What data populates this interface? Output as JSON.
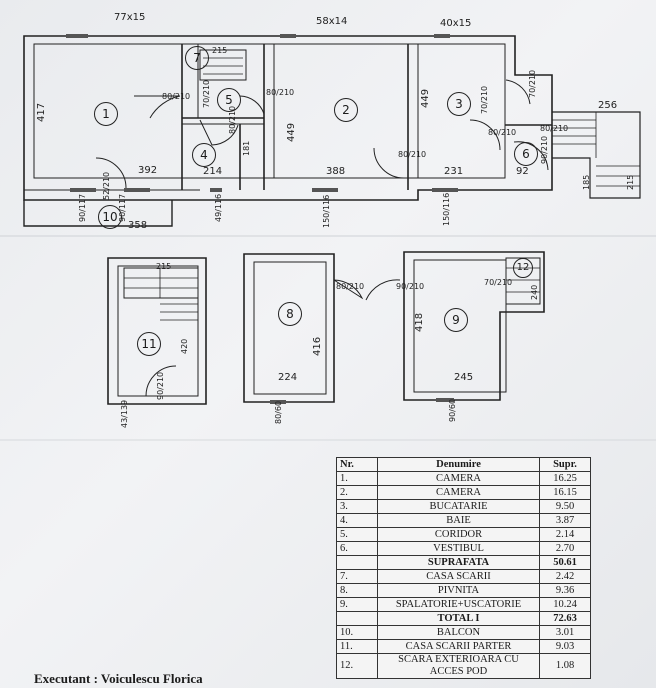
{
  "plan": {
    "top_window_labels": [
      "77x15",
      "58x14",
      "40x15"
    ],
    "rooms_main": [
      "1",
      "2",
      "3",
      "4",
      "5",
      "6",
      "7",
      "10"
    ],
    "rooms_lower": [
      "11",
      "8",
      "9",
      "12"
    ],
    "dimensions": {
      "d392": "392",
      "d388": "388",
      "d231": "231",
      "d92": "92",
      "d214": "214",
      "d358": "358",
      "d215a": "215",
      "d215b": "215",
      "d224": "224",
      "d245": "245",
      "d256": "256",
      "d417": "417",
      "d449a": "449",
      "d449b": "449",
      "d181": "181",
      "d418": "418",
      "d416": "416",
      "d420": "420",
      "d185": "185",
      "d215c": "215",
      "d240": "240"
    },
    "doors": {
      "d1": "80/210",
      "d2": "80/210",
      "d3": "70/210",
      "d4": "80/210",
      "d5": "80/210",
      "d6": "80/210",
      "d7": "70/210",
      "d8": "80/210",
      "d9": "70/210",
      "d10": "80/210",
      "d11": "90/210",
      "d12": "90/210",
      "d13": "70/210",
      "d14": "90/210"
    },
    "windows": {
      "w1": "52/210",
      "w2": "90/117",
      "w3": "90/117",
      "w4": "49/116",
      "w5": "150/116",
      "w6": "150/116",
      "w7": "43/139",
      "w8": "80/60",
      "w9": "90/60"
    }
  },
  "table": {
    "headers": {
      "nr": "Nr.",
      "name": "Denumire",
      "area": "Supr."
    },
    "rows": [
      {
        "nr": "1.",
        "name": "CAMERA",
        "area": "16.25"
      },
      {
        "nr": "2.",
        "name": "CAMERA",
        "area": "16.15"
      },
      {
        "nr": "3.",
        "name": "BUCATARIE",
        "area": "9.50"
      },
      {
        "nr": "4.",
        "name": "BAIE",
        "area": "3.87"
      },
      {
        "nr": "5.",
        "name": "CORIDOR",
        "area": "2.14"
      },
      {
        "nr": "6.",
        "name": "VESTIBUL",
        "area": "2.70"
      },
      {
        "nr": "",
        "name": "SUPRAFATA",
        "area": "50.61",
        "bold": true
      },
      {
        "nr": "7.",
        "name": "CASA SCARII",
        "area": "2.42"
      },
      {
        "nr": "8.",
        "name": "PIVNITA",
        "area": "9.36"
      },
      {
        "nr": "9.",
        "name": "SPALATORIE+USCATORIE",
        "area": "10.24"
      },
      {
        "nr": "",
        "name": "TOTAL I",
        "area": "72.63",
        "bold": true
      },
      {
        "nr": "10.",
        "name": "BALCON",
        "area": "3.01"
      },
      {
        "nr": "11.",
        "name": "CASA SCARII PARTER",
        "area": "9.03"
      },
      {
        "nr": "12.",
        "name": "SCARA EXTERIOARA CU ACCES POD",
        "area": "1.08"
      }
    ]
  },
  "executant": "Executant : Voiculescu Florica"
}
